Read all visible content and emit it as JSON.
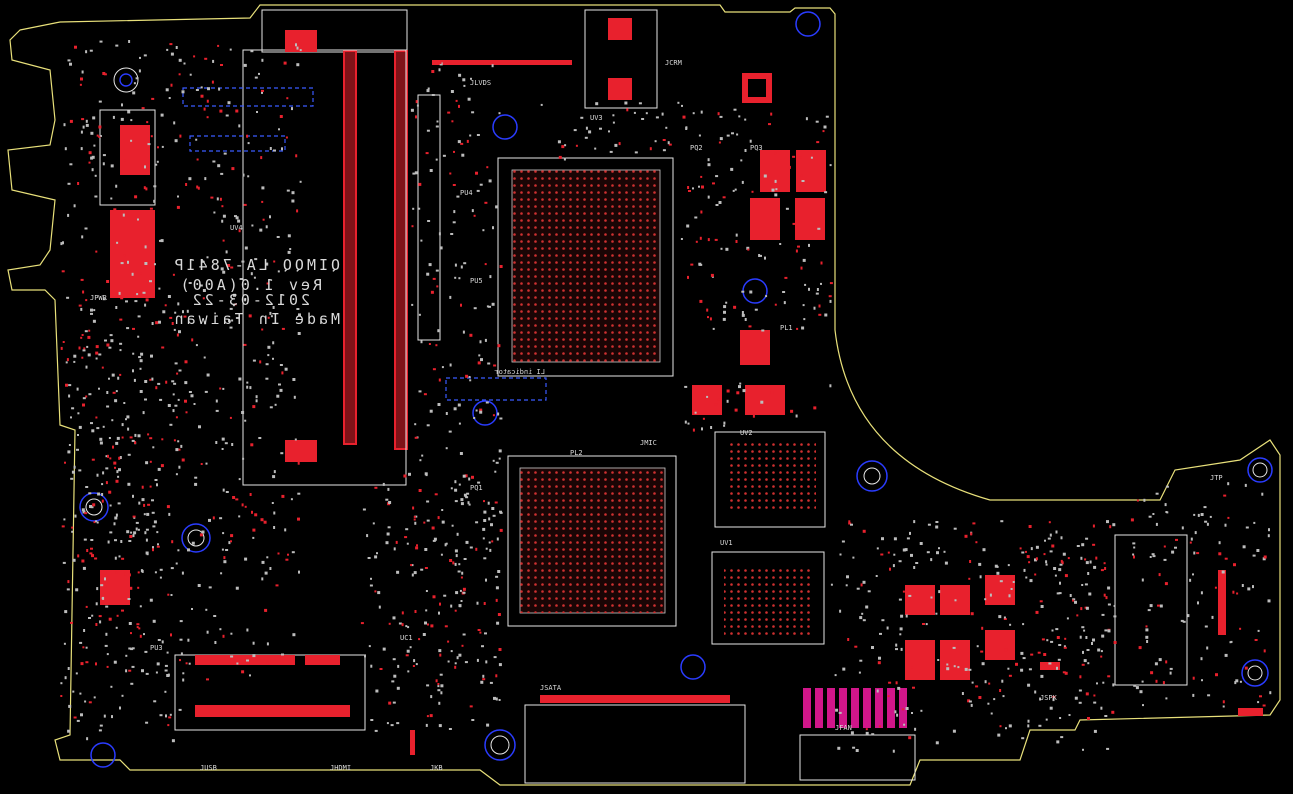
{
  "silkscreen": {
    "board_name": "QIMQQ LA-7841P",
    "revision": "Rev 1.0(A00)",
    "date": "2012-03-22",
    "made_in": "Made In Taiwan",
    "indicator": "LI indicator"
  },
  "ref_labels": [
    "JLVDS",
    "JCRM",
    "JPWR",
    "JSATA",
    "JUSB",
    "JHDMI",
    "JKB",
    "JTP",
    "JFAN",
    "JSPK",
    "JMIC",
    "PU3",
    "PU4",
    "PU5",
    "PQ1",
    "PQ2",
    "PQ3",
    "PL1",
    "PL2",
    "UV1",
    "UV2",
    "UV3",
    "UV4",
    "UC1"
  ],
  "colors": {
    "background": "#000000",
    "outline": "#e8e07a",
    "pad": "#e8212d",
    "silk": "#d9d9d9",
    "keepout": "#3a5bff",
    "highlight": "#d1168a"
  }
}
